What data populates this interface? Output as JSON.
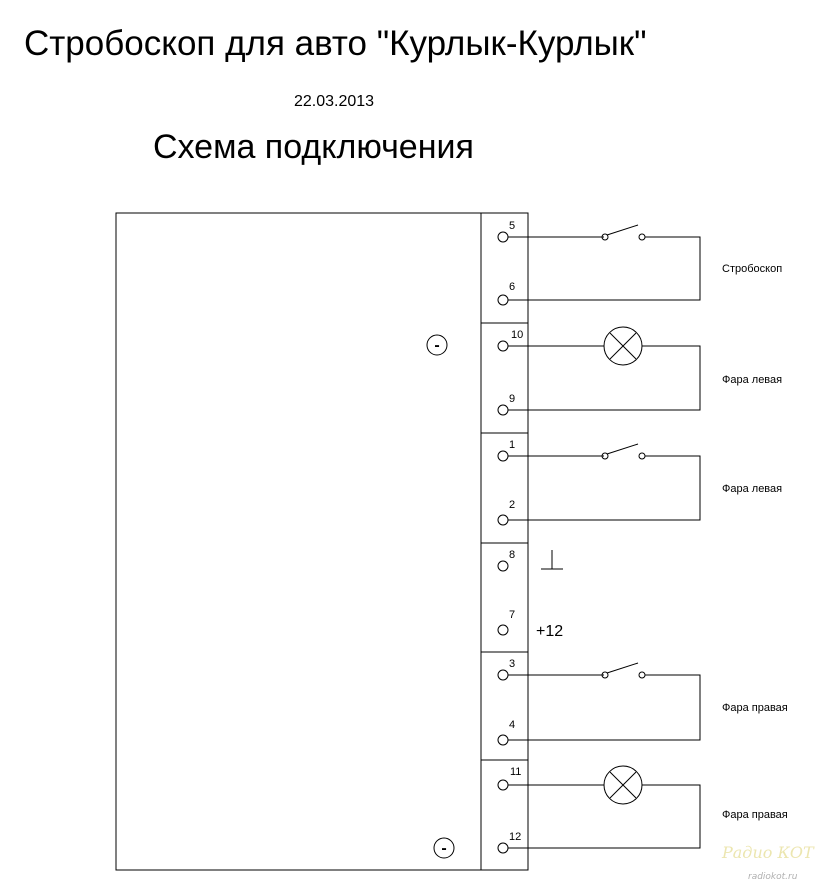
{
  "header": {
    "title": "Стробоскоп для авто \"Курлык-Курлык\"",
    "date": "22.03.2013",
    "subtitle": "Схема подключения"
  },
  "device": {
    "minus_symbol": "-",
    "blocks": [
      {
        "pins": [
          "5",
          "6"
        ],
        "load": "switch",
        "label": "Стробоскоп"
      },
      {
        "pins": [
          "10",
          "9"
        ],
        "load": "lamp",
        "label": "Фара левая"
      },
      {
        "pins": [
          "1",
          "2"
        ],
        "load": "switch",
        "label": "Фара левая"
      },
      {
        "pins": [
          "8",
          "7"
        ],
        "load": "power",
        "label": "+12"
      },
      {
        "pins": [
          "3",
          "4"
        ],
        "load": "switch",
        "label": "Фара правая"
      },
      {
        "pins": [
          "11",
          "12"
        ],
        "load": "lamp",
        "label": "Фара правая"
      }
    ]
  },
  "watermark": {
    "line1": "Радио КОТ",
    "line2": "radiokot.ru"
  }
}
